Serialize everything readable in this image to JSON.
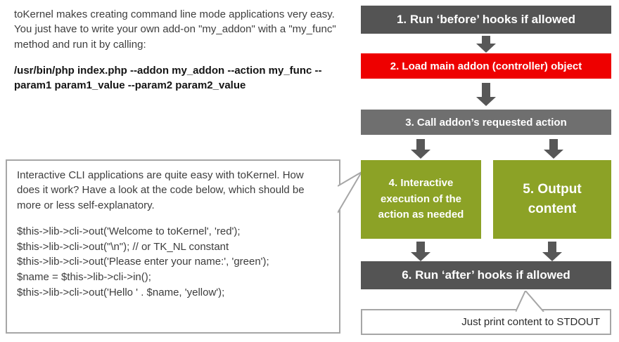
{
  "intro": {
    "paragraph": "toKernel makes creating command line mode applications very easy. You just have to write your own add-on \"my_addon\" with a \"my_func\" method and run it by calling:",
    "command": "/usr/bin/php index.php --addon my_addon --action my_func --param1 param1_value --param2 param2_value"
  },
  "cli_callout": {
    "paragraph": "Interactive CLI applications are quite easy with toKernel. How does it work? Have a look at the code below, which should be more or less self-explanatory.",
    "code_lines": [
      "$this->lib->cli->out('Welcome to toKernel', 'red');",
      "$this->lib->cli->out(\"\\n\"); // or TK_NL constant",
      "$this->lib->cli->out('Please enter your name:', 'green');",
      "$name = $this->lib->cli->in();",
      "$this->lib->cli->out('Hello ' . $name, 'yellow');"
    ]
  },
  "flowchart": {
    "steps": [
      {
        "label": "1. Run ‘before’ hooks if allowed",
        "color": "#545454"
      },
      {
        "label": "2. Load main addon (controller) object",
        "color": "#ee0000"
      },
      {
        "label": "3. Call addon’s requested action",
        "color": "#6f6f6f"
      },
      {
        "label": "4. Interactive execution of the action as needed",
        "color": "#8ca226"
      },
      {
        "label": "5. Output content",
        "color": "#8ca226"
      },
      {
        "label": "6. Run ‘after’ hooks if allowed",
        "color": "#545454"
      }
    ],
    "arrow_color": "#575757",
    "stdout_callout": "Just print content to STDOUT"
  },
  "colors": {
    "callout_border": "#a6a6a6",
    "background": "#ffffff"
  }
}
